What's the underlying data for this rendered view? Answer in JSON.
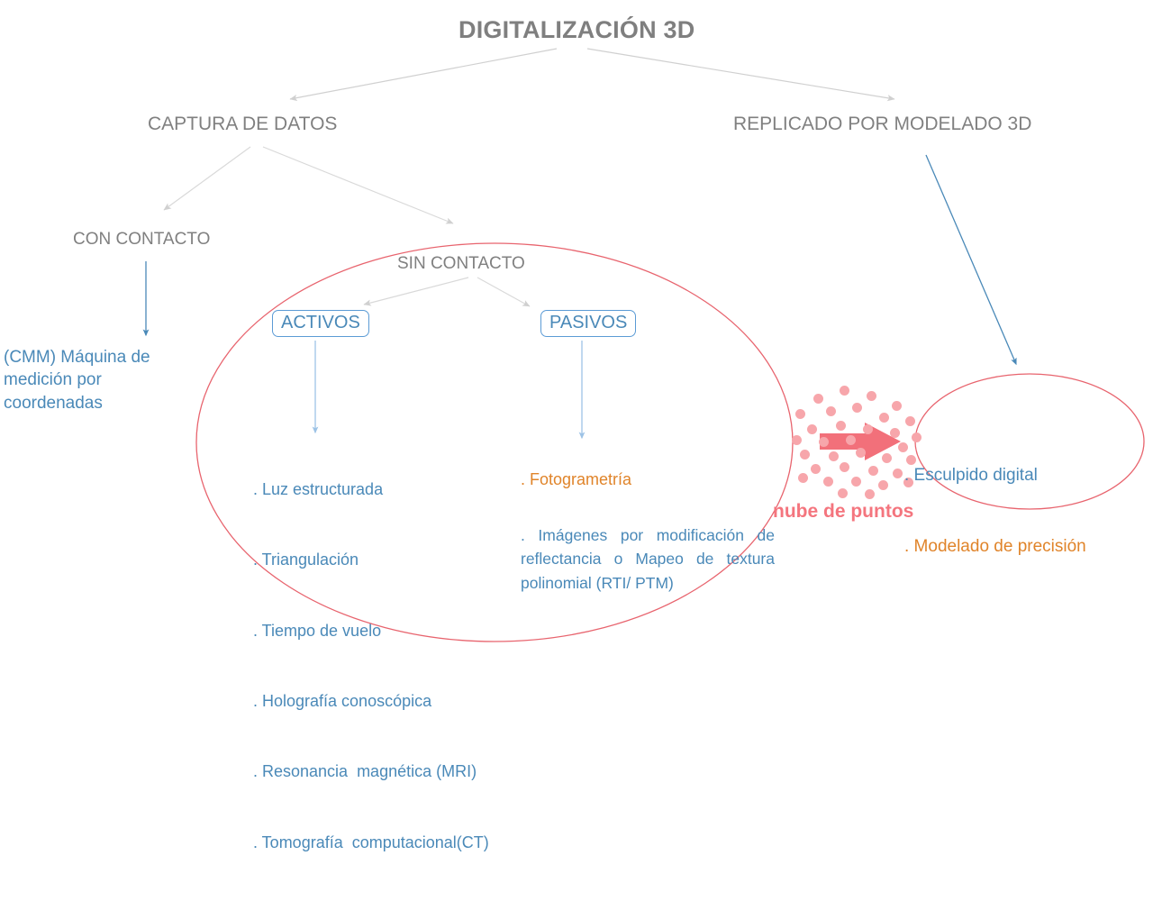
{
  "diagram": {
    "title": "DIGITALIZACIÓN 3D",
    "colors": {
      "title_gray": "#7f7f7f",
      "label_gray": "#808080",
      "blue_text": "#4a89b8",
      "blue_arrow": "#4a89b8",
      "light_blue_arrow": "#9dc3e6",
      "orange_text": "#E0842A",
      "ellipse_red": "#E8646E",
      "cloud_dot": "#F7A6AB",
      "cloud_arrow": "#F2707A",
      "cloud_label": "#F4757E",
      "gray_arrow": "#d9d9d9"
    },
    "level2": {
      "left": "CAPTURA DE DATOS",
      "right": "REPLICADO POR MODELADO 3D"
    },
    "level3": {
      "left": "CON CONTACTO",
      "right": "SIN CONTACTO"
    },
    "contact_detail": "(CMM) Máquina de\nmedición por\ncoordenadas",
    "boxes": {
      "active": "ACTIVOS",
      "passive": "PASIVOS"
    },
    "active_list": [
      ". Luz estructurada",
      ". Triangulación",
      ". Tiempo de vuelo",
      ". Holografía conoscópica",
      ". Resonancia  magnética (MRI)",
      ". Tomografía  computacional(CT)"
    ],
    "passive_list": {
      "first": ". Fotogrametría",
      "second": ". Imágenes por modificación de reflectancia o Mapeo de textura polinomial (RTI/ PTM)"
    },
    "point_cloud": {
      "label": "nube de puntos",
      "arrow_icon": "right-arrow-icon"
    },
    "result_ellipse": {
      "first": ". Esculpido digital",
      "second": ". Modelado de precisión"
    }
  }
}
